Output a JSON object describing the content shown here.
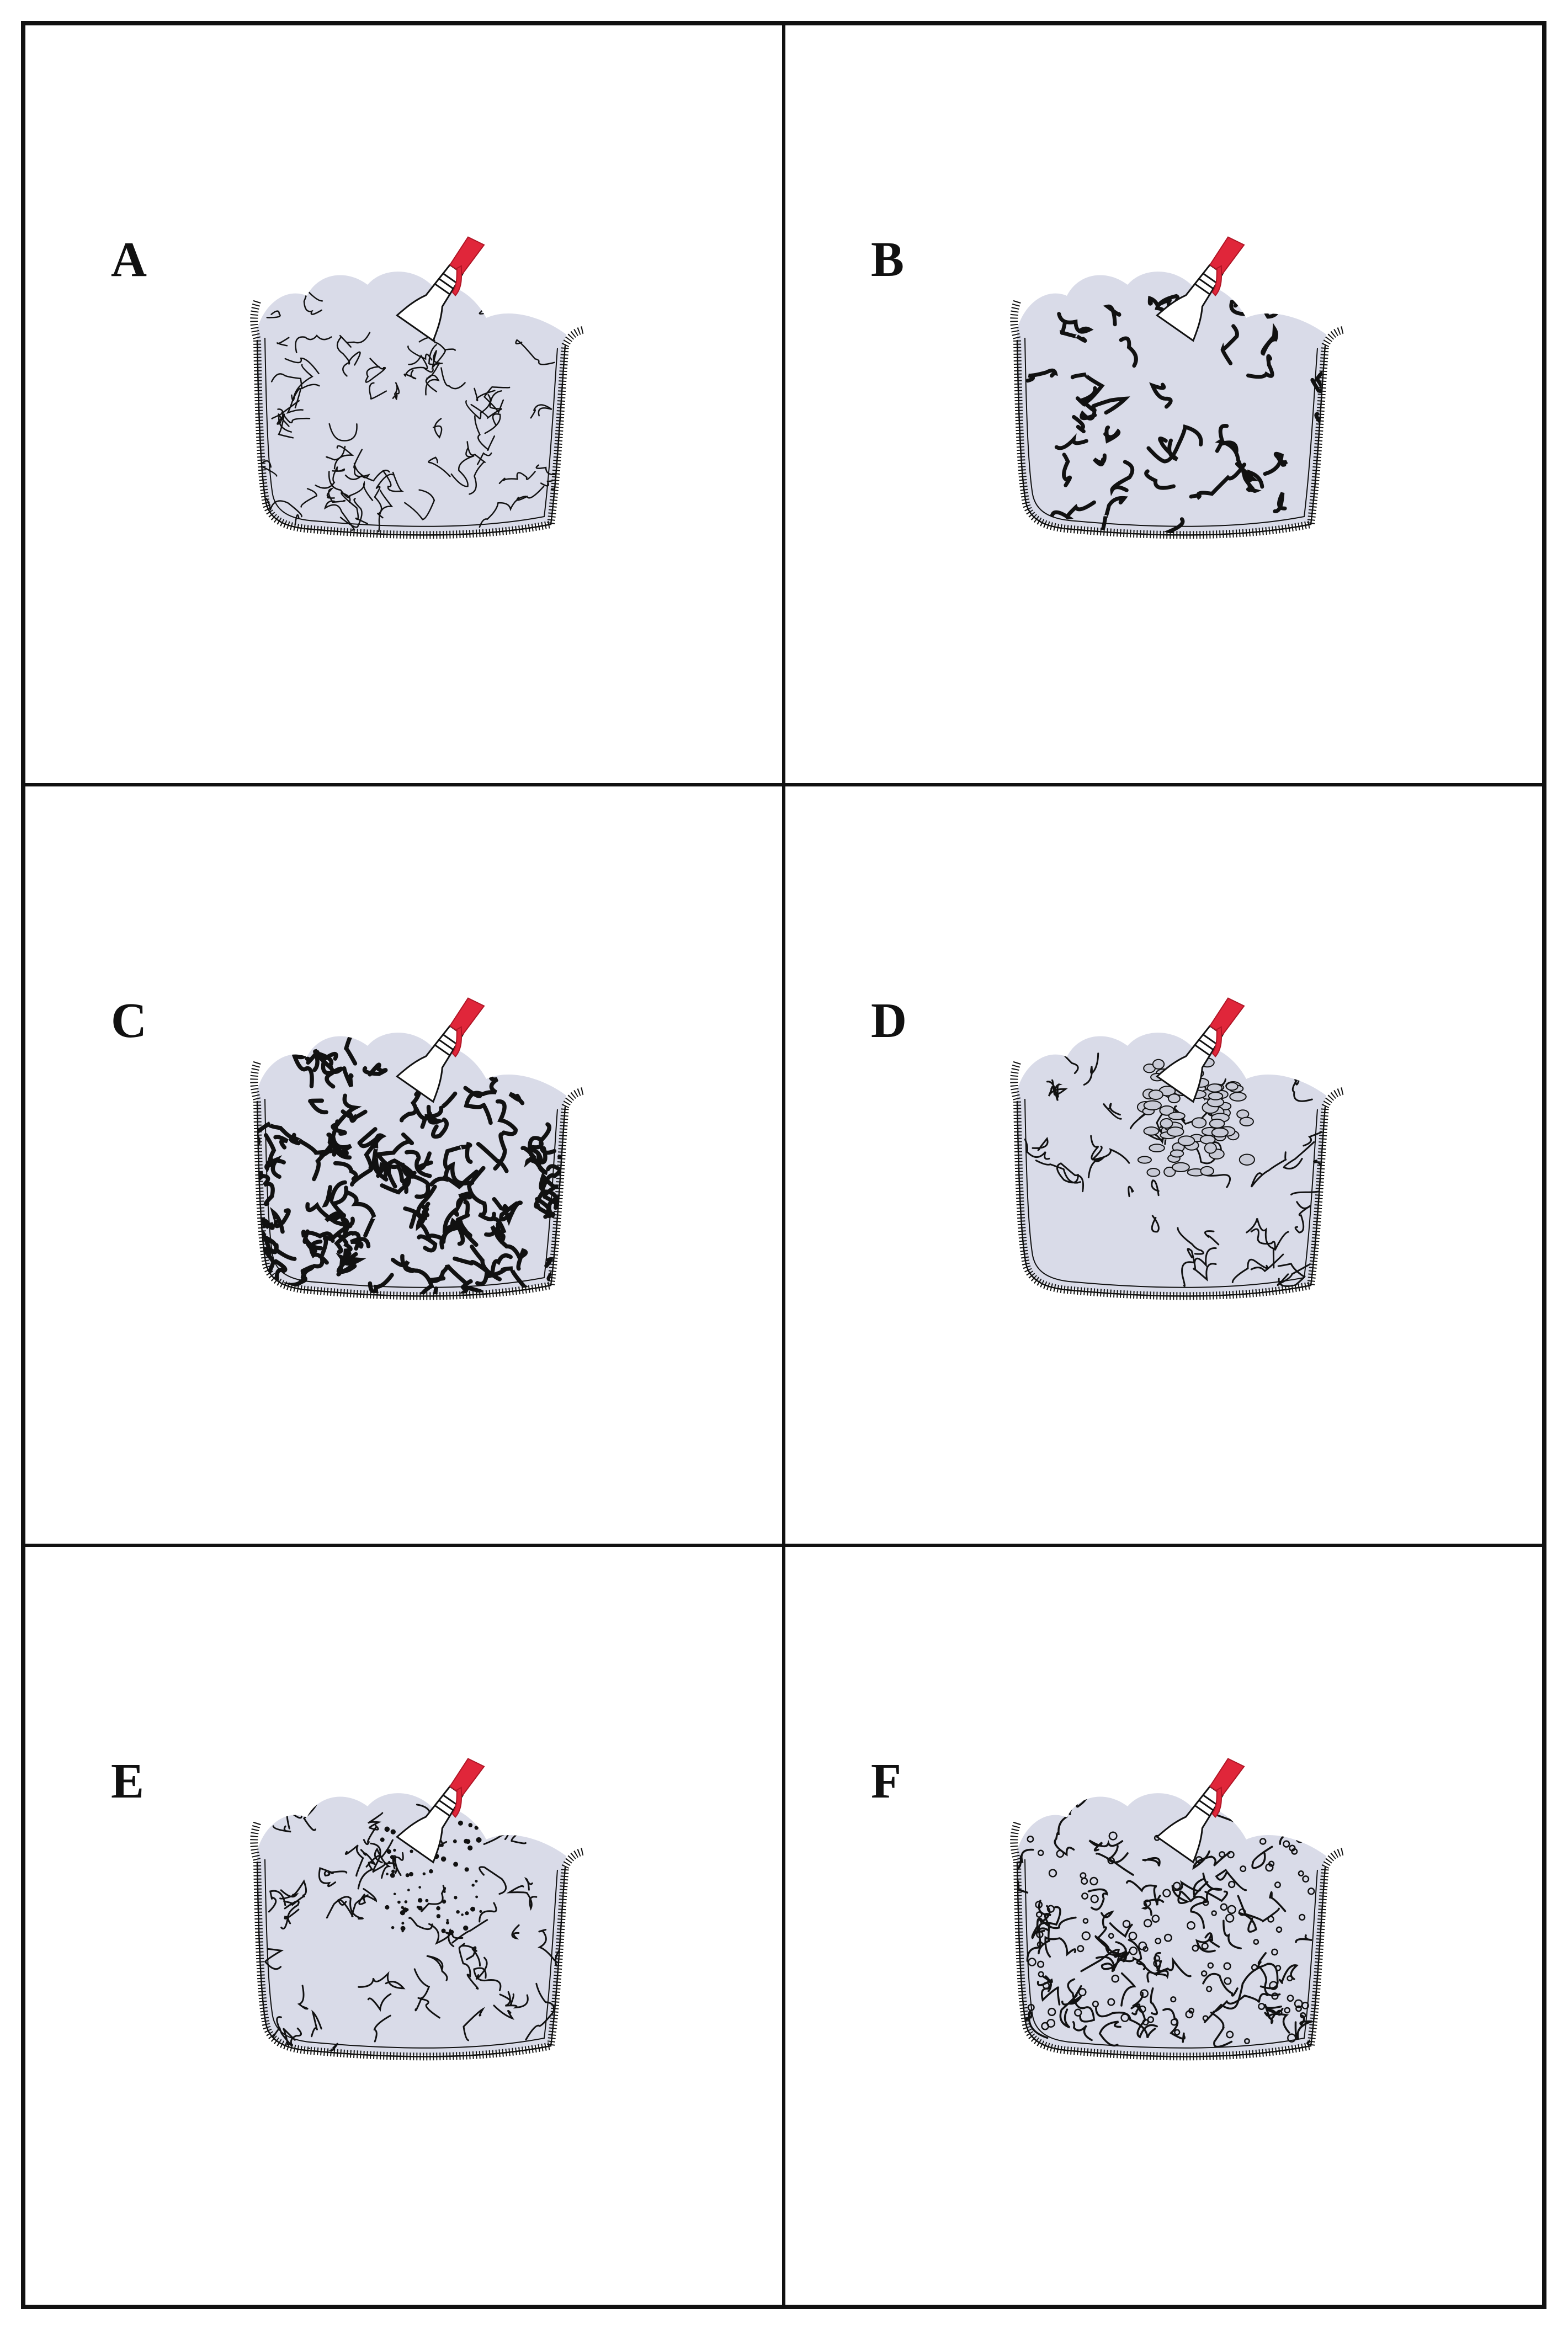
{
  "panels": [
    {
      "id": "A",
      "label": "A",
      "pattern": "network-fine"
    },
    {
      "id": "B",
      "label": "B",
      "pattern": "branching-bold"
    },
    {
      "id": "C",
      "label": "C",
      "pattern": "network-dense"
    },
    {
      "id": "D",
      "label": "D",
      "pattern": "clustered-nodules"
    },
    {
      "id": "E",
      "label": "E",
      "pattern": "speckled-cluster"
    },
    {
      "id": "F",
      "label": "F",
      "pattern": "beaded-network"
    }
  ],
  "colors": {
    "tissue": "#d9dbe8",
    "ink": "#111111",
    "vessel_red": "#e0263a",
    "border": "#111111"
  }
}
